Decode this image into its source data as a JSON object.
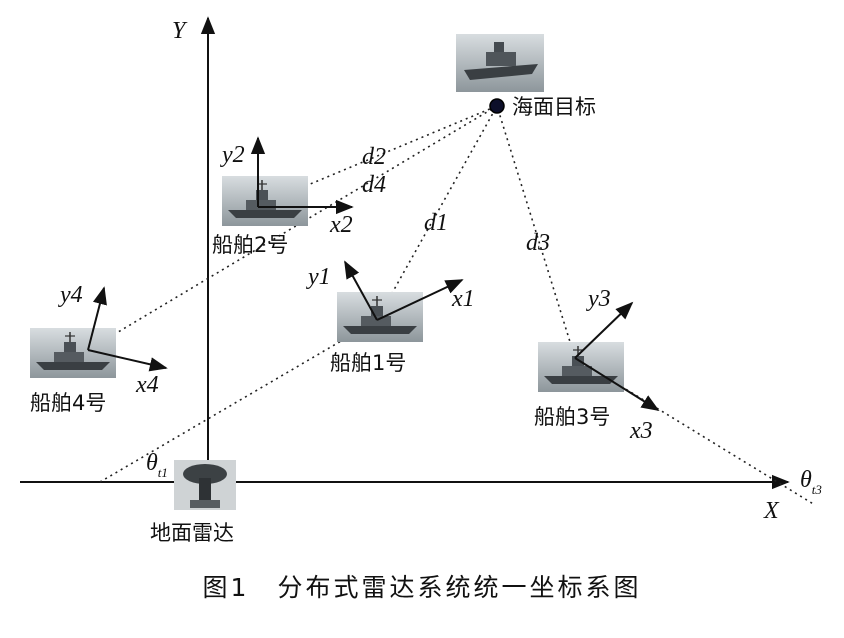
{
  "axes": {
    "y_label": "Y",
    "x_label": "X"
  },
  "target": {
    "label": "海面目标"
  },
  "ships": [
    {
      "name": "船舶1号",
      "x_axis": "x1",
      "y_axis": "y1"
    },
    {
      "name": "船舶2号",
      "x_axis": "x2",
      "y_axis": "y2"
    },
    {
      "name": "船舶3号",
      "x_axis": "x3",
      "y_axis": "y3"
    },
    {
      "name": "船舶4号",
      "x_axis": "x4",
      "y_axis": "y4"
    }
  ],
  "distances": {
    "d1": "d1",
    "d2": "d2",
    "d3": "d3",
    "d4": "d4"
  },
  "angles": {
    "theta": "θ",
    "t1_sub": "t1",
    "t3_sub": "t3"
  },
  "radar": {
    "label": "地面雷达"
  },
  "caption": {
    "number": "图1",
    "text": "分布式雷达系统统一坐标系图"
  }
}
